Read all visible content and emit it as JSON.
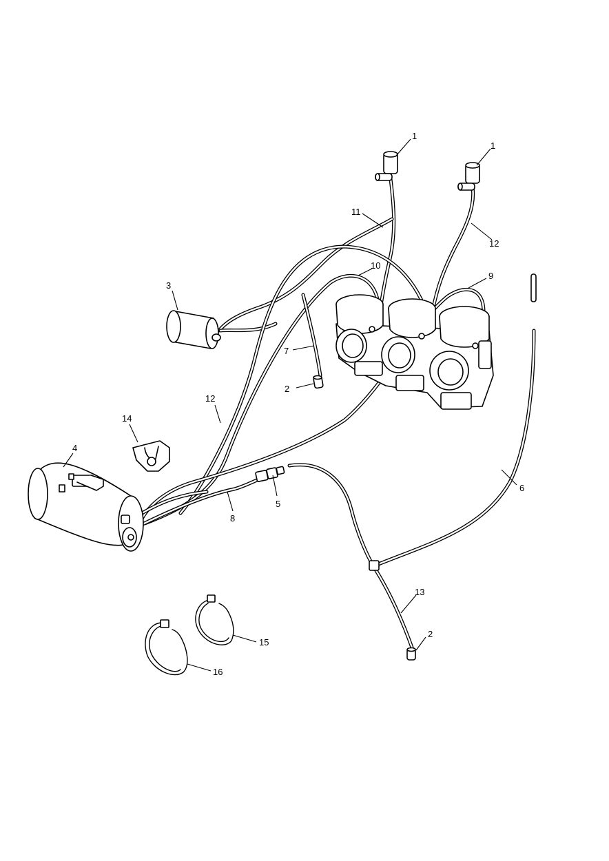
{
  "callouts": [
    {
      "id": "c1a",
      "text": "1"
    },
    {
      "id": "c1b",
      "text": "1"
    },
    {
      "id": "c2a",
      "text": "2"
    },
    {
      "id": "c2b",
      "text": "2"
    },
    {
      "id": "c3",
      "text": "3"
    },
    {
      "id": "c4",
      "text": "4"
    },
    {
      "id": "c5",
      "text": "5"
    },
    {
      "id": "c6",
      "text": "6"
    },
    {
      "id": "c7",
      "text": "7"
    },
    {
      "id": "c8",
      "text": "8"
    },
    {
      "id": "c9",
      "text": "9"
    },
    {
      "id": "c10",
      "text": "10"
    },
    {
      "id": "c11",
      "text": "11"
    },
    {
      "id": "c12a",
      "text": "12"
    },
    {
      "id": "c12b",
      "text": "12"
    },
    {
      "id": "c13",
      "text": "13"
    },
    {
      "id": "c14",
      "text": "14"
    },
    {
      "id": "c15",
      "text": "15"
    },
    {
      "id": "c16",
      "text": "16"
    }
  ]
}
